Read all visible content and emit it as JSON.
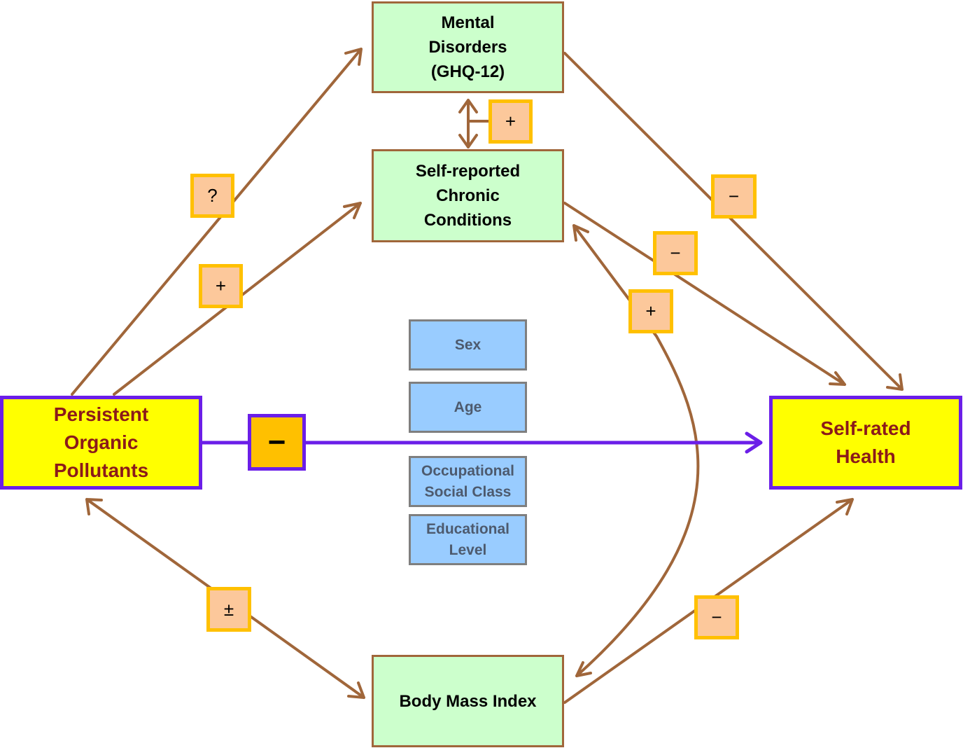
{
  "nodes": {
    "mental": "Mental\nDisorders\n(GHQ-12)",
    "chronic": "Self-reported\nChronic\nConditions",
    "pops": "Persistent\nOrganic\nPollutants",
    "srh": "Self-rated\nHealth",
    "bmi": "Body Mass Index"
  },
  "covariates": {
    "sex": "Sex",
    "age": "Age",
    "occupational": "Occupational\nSocial Class",
    "education": "Educational\nLevel"
  },
  "signs": {
    "pops_mental": "?",
    "pops_chronic": "+",
    "mental_chronic": "+",
    "mental_srh": "−",
    "chronic_srh": "−",
    "bmi_chronic": "+",
    "pops_bmi": "±",
    "bmi_srh": "−",
    "pops_srh": "−"
  },
  "colors": {
    "arrow": "#a0663a",
    "main_arrow": "#6b1ee8",
    "sign_fill": "#fcc89b",
    "sign_border": "#ffc000"
  }
}
